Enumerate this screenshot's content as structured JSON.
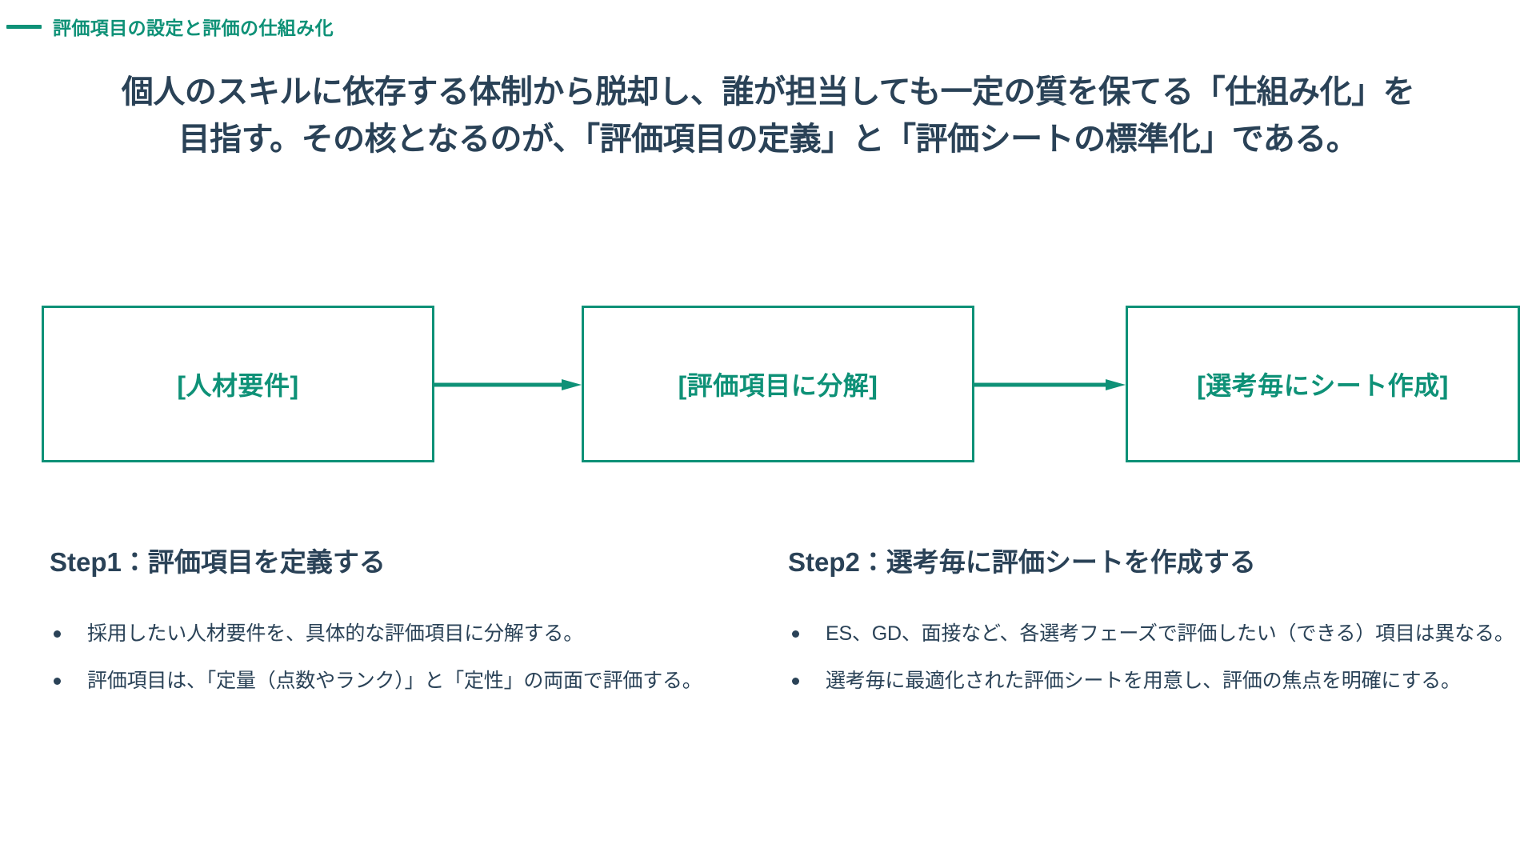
{
  "colors": {
    "accent_teal": "#0e9177",
    "text_navy": "#2a4257",
    "background": "#ffffff"
  },
  "eyebrow": {
    "dash_icon": "horizontal-dash-icon",
    "text": "評価項目の設定と評価の仕組み化"
  },
  "headline": {
    "line1": "個人のスキルに依存する体制から脱却し、誰が担当しても一定の質を保てる「仕組み化」を",
    "line2": "目指す。その核となるのが、「評価項目の定義」と「評価シートの標準化」である。"
  },
  "flow": {
    "boxes": [
      {
        "label": "[人材要件]"
      },
      {
        "label": "[評価項目に分解]"
      },
      {
        "label": "[選考毎にシート作成]"
      }
    ],
    "arrows": [
      {
        "icon": "arrow-right-icon"
      },
      {
        "icon": "arrow-right-icon"
      }
    ]
  },
  "steps": [
    {
      "title": "Step1：評価項目を定義する",
      "bullets": [
        "採用したい人材要件を、具体的な評価項目に分解する。",
        "評価項目は、「定量（点数やランク）」と「定性」の両面で評価する。"
      ]
    },
    {
      "title": "Step2：選考毎に評価シートを作成する",
      "bullets": [
        "ES、GD、面接など、各選考フェーズで評価したい（できる）項目は異なる。",
        "選考毎に最適化された評価シートを用意し、評価の焦点を明確にする。"
      ]
    }
  ]
}
